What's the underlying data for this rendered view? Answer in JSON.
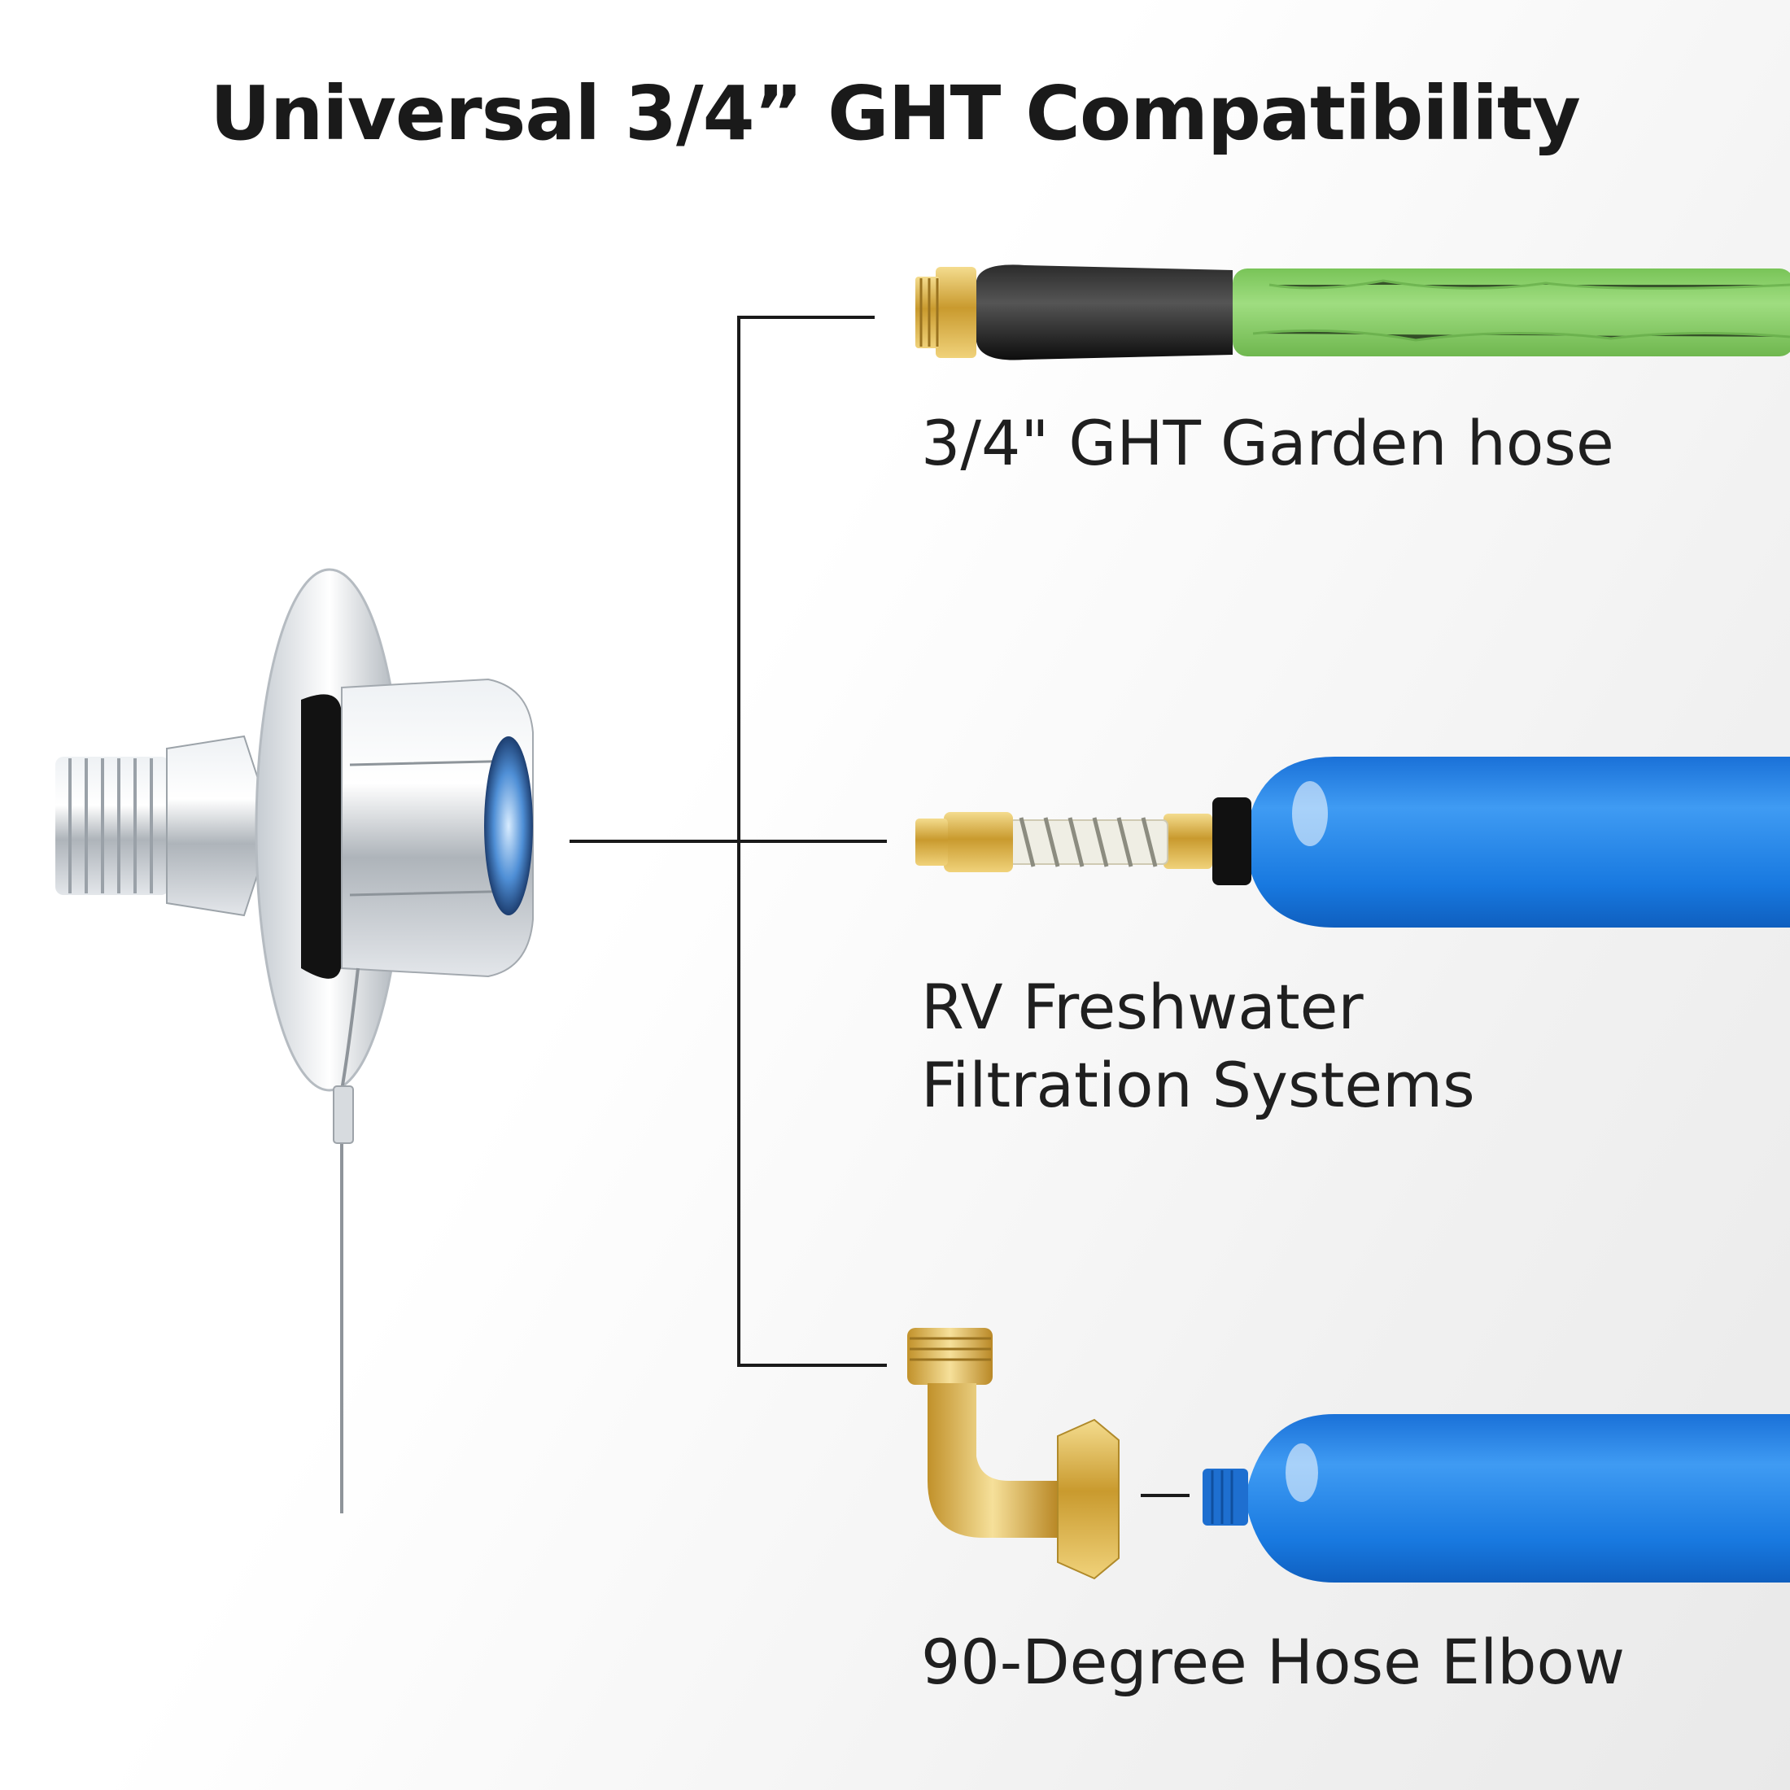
{
  "title": "Universal 3/4” GHT Compatibility",
  "items": [
    {
      "lines": [
        "3/4\" GHT Garden hose"
      ]
    },
    {
      "lines": [
        "RV Freshwater",
        "Filtration Systems"
      ]
    },
    {
      "lines": [
        "90-Degree Hose Elbow"
      ]
    }
  ],
  "colors": {
    "hose_green": "#8fd36d",
    "filter_blue": "#1f83e4",
    "brass": "#d9b04a",
    "steel": "#c9ced3",
    "connector_line": "#1a1a1a"
  },
  "icons": [
    "stainless-water-inlet-fitting",
    "garden-hose-end",
    "rv-water-filter",
    "brass-elbow-adapter"
  ]
}
